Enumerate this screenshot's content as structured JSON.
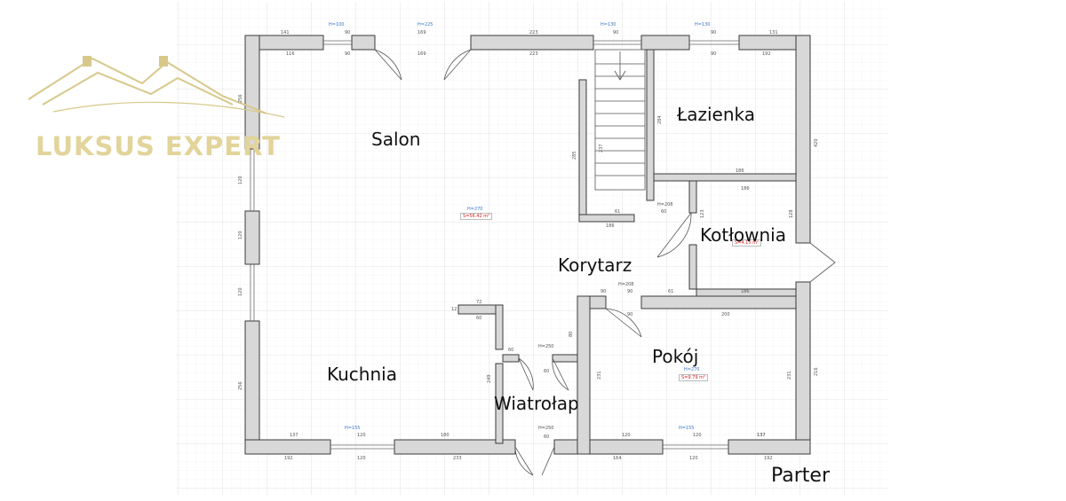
{
  "logo": {
    "text": "LUKSUS EXPERT",
    "color": "#e2d49a",
    "icon": "house-roof-icon"
  },
  "floor_label": "Parter",
  "rooms": [
    {
      "id": "salon",
      "label": "Salon"
    },
    {
      "id": "lazienka",
      "label": "Łazienka"
    },
    {
      "id": "kotlownia",
      "label": "Kotłownia"
    },
    {
      "id": "korytarz",
      "label": "Korytarz"
    },
    {
      "id": "pokoj",
      "label": "Pokój"
    },
    {
      "id": "kuchnia",
      "label": "Kuchnia"
    },
    {
      "id": "wiatrolap",
      "label": "Wiatrołap"
    }
  ],
  "areas": {
    "main": "S=56.42 m²",
    "kotlownia": "S=4.15 m²",
    "pokoj": "S=9.79 m²"
  },
  "dimensions": {
    "top_outer": [
      "141",
      "90",
      "169",
      "223",
      "90",
      "90",
      "131"
    ],
    "top_inner": [
      "116",
      "90",
      "169",
      "223",
      "90",
      "192"
    ],
    "bottom_outer": [
      "192",
      "120",
      "233",
      "164",
      "120",
      "192"
    ],
    "bottom_inner": [
      "137",
      "120",
      "180",
      "120",
      "137"
    ],
    "left_wall": [
      "256",
      "120",
      "120",
      "120",
      "256"
    ],
    "right_wall": [
      "420",
      "216"
    ],
    "lazienka": [
      "284",
      "186"
    ],
    "kotlownia": [
      "186",
      "123",
      "128",
      "186"
    ],
    "stairs": [
      "285",
      "237",
      "61",
      "60",
      "186"
    ],
    "korytarz": [
      "90",
      "90",
      "61",
      "90",
      "200"
    ],
    "kuchnia_partition": [
      "72",
      "60",
      "12",
      "249"
    ],
    "wiatrolap": [
      "60",
      "60",
      "60",
      "80"
    ],
    "pokoj": [
      "231",
      "231",
      "120",
      "137"
    ],
    "heights": [
      "H=270",
      "H=100",
      "H=225",
      "H=130",
      "H=208",
      "H=250",
      "H=155"
    ]
  },
  "colors": {
    "wall_fill": "#d8d8d8",
    "wall_stroke": "#3a3a3a",
    "grid_minor": "#ececec",
    "grid_major": "#dcdcdc",
    "area_text": "#d02020",
    "dim_blue": "#3a78c8"
  }
}
